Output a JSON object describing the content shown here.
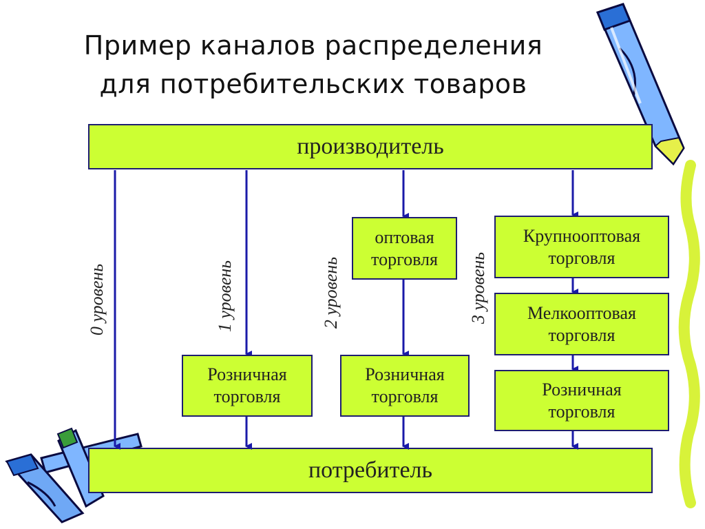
{
  "title": {
    "line1": "Пример каналов распределения",
    "line2": "для потребительских товаров"
  },
  "producer": "производитель",
  "consumer": "потребитель",
  "boxes": {
    "wholesale": [
      "оптовая",
      "торговля"
    ],
    "large_wholesale": [
      "Крупнооптовая",
      "торговля"
    ],
    "small_wholesale": [
      "Мелкооптовая",
      "торговля"
    ],
    "retail": [
      "Розничная",
      "торговля"
    ]
  },
  "levels": [
    "0 уровень",
    "1 уровень",
    "2 уровень",
    "3 уровень"
  ],
  "colors": {
    "box_fill": "#ccff33",
    "box_border": "#1d1d6f",
    "arrow": "#1a1aa8"
  }
}
